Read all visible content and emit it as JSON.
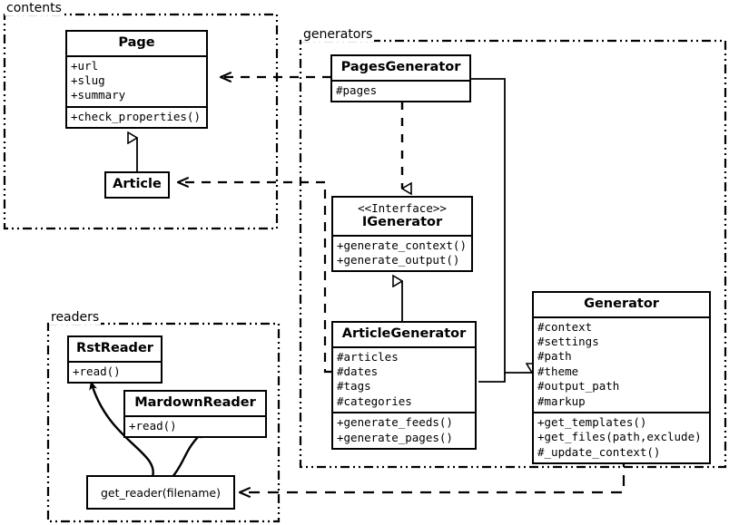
{
  "diagram": {
    "type": "uml-class-diagram",
    "background": "#ffffff",
    "line_color": "#000000"
  },
  "packages": [
    {
      "name": "contents",
      "label": "contents"
    },
    {
      "name": "generators",
      "label": "generators"
    },
    {
      "name": "readers",
      "label": "readers"
    }
  ],
  "classes": {
    "page": {
      "title": "Page",
      "attributes": [
        "+url",
        "+slug",
        "+summary"
      ],
      "operations": [
        "+check_properties()"
      ]
    },
    "article": {
      "title": "Article",
      "attributes": [],
      "operations": []
    },
    "pages_generator": {
      "title": "PagesGenerator",
      "attributes": [
        "#pages"
      ],
      "operations": []
    },
    "igenerator": {
      "stereotype": "<<Interface>>",
      "title": "IGenerator",
      "attributes": [],
      "operations": [
        "+generate_context()",
        "+generate_output()"
      ]
    },
    "article_generator": {
      "title": "ArticleGenerator",
      "attributes": [
        "#articles",
        "#dates",
        "#tags",
        "#categories"
      ],
      "operations": [
        "+generate_feeds()",
        "+generate_pages()"
      ]
    },
    "generator": {
      "title": "Generator",
      "attributes": [
        "#context",
        "#settings",
        "#path",
        "#theme",
        "#output_path",
        "#markup"
      ],
      "operations": [
        "+get_templates()",
        "+get_files(path,exclude)",
        "#_update_context()"
      ]
    },
    "rst_reader": {
      "title": "RstReader",
      "attributes": [],
      "operations": [
        "+read()"
      ]
    },
    "mardown_reader": {
      "title": "MardownReader",
      "attributes": [],
      "operations": [
        "+read()"
      ]
    },
    "get_reader": {
      "label": "get_reader(filename)"
    }
  },
  "relations": [
    {
      "name": "article-inherits-page",
      "kind": "generalization",
      "from": "Article",
      "to": "Page"
    },
    {
      "name": "pagesgenerator-realizes-igenerator",
      "kind": "realization",
      "from": "PagesGenerator",
      "to": "IGenerator"
    },
    {
      "name": "articlegenerator-realizes-igenerator",
      "kind": "realization",
      "from": "ArticleGenerator",
      "to": "IGenerator"
    },
    {
      "name": "pagesgenerator-inherits-generator",
      "kind": "generalization",
      "from": "PagesGenerator",
      "to": "Generator"
    },
    {
      "name": "articlegenerator-inherits-generator",
      "kind": "generalization",
      "from": "ArticleGenerator",
      "to": "Generator"
    },
    {
      "name": "pagesgenerator-uses-page",
      "kind": "dependency",
      "from": "PagesGenerator",
      "to": "Page"
    },
    {
      "name": "articlegenerator-uses-article",
      "kind": "dependency",
      "from": "ArticleGenerator",
      "to": "Article"
    },
    {
      "name": "generator-uses-get-reader",
      "kind": "dependency",
      "from": "Generator",
      "to": "get_reader(filename)"
    },
    {
      "name": "get-reader-returns-rstreader",
      "kind": "association",
      "from": "get_reader(filename)",
      "to": "RstReader"
    },
    {
      "name": "get-reader-returns-mardownreader",
      "kind": "association",
      "from": "get_reader(filename)",
      "to": "MardownReader"
    }
  ]
}
